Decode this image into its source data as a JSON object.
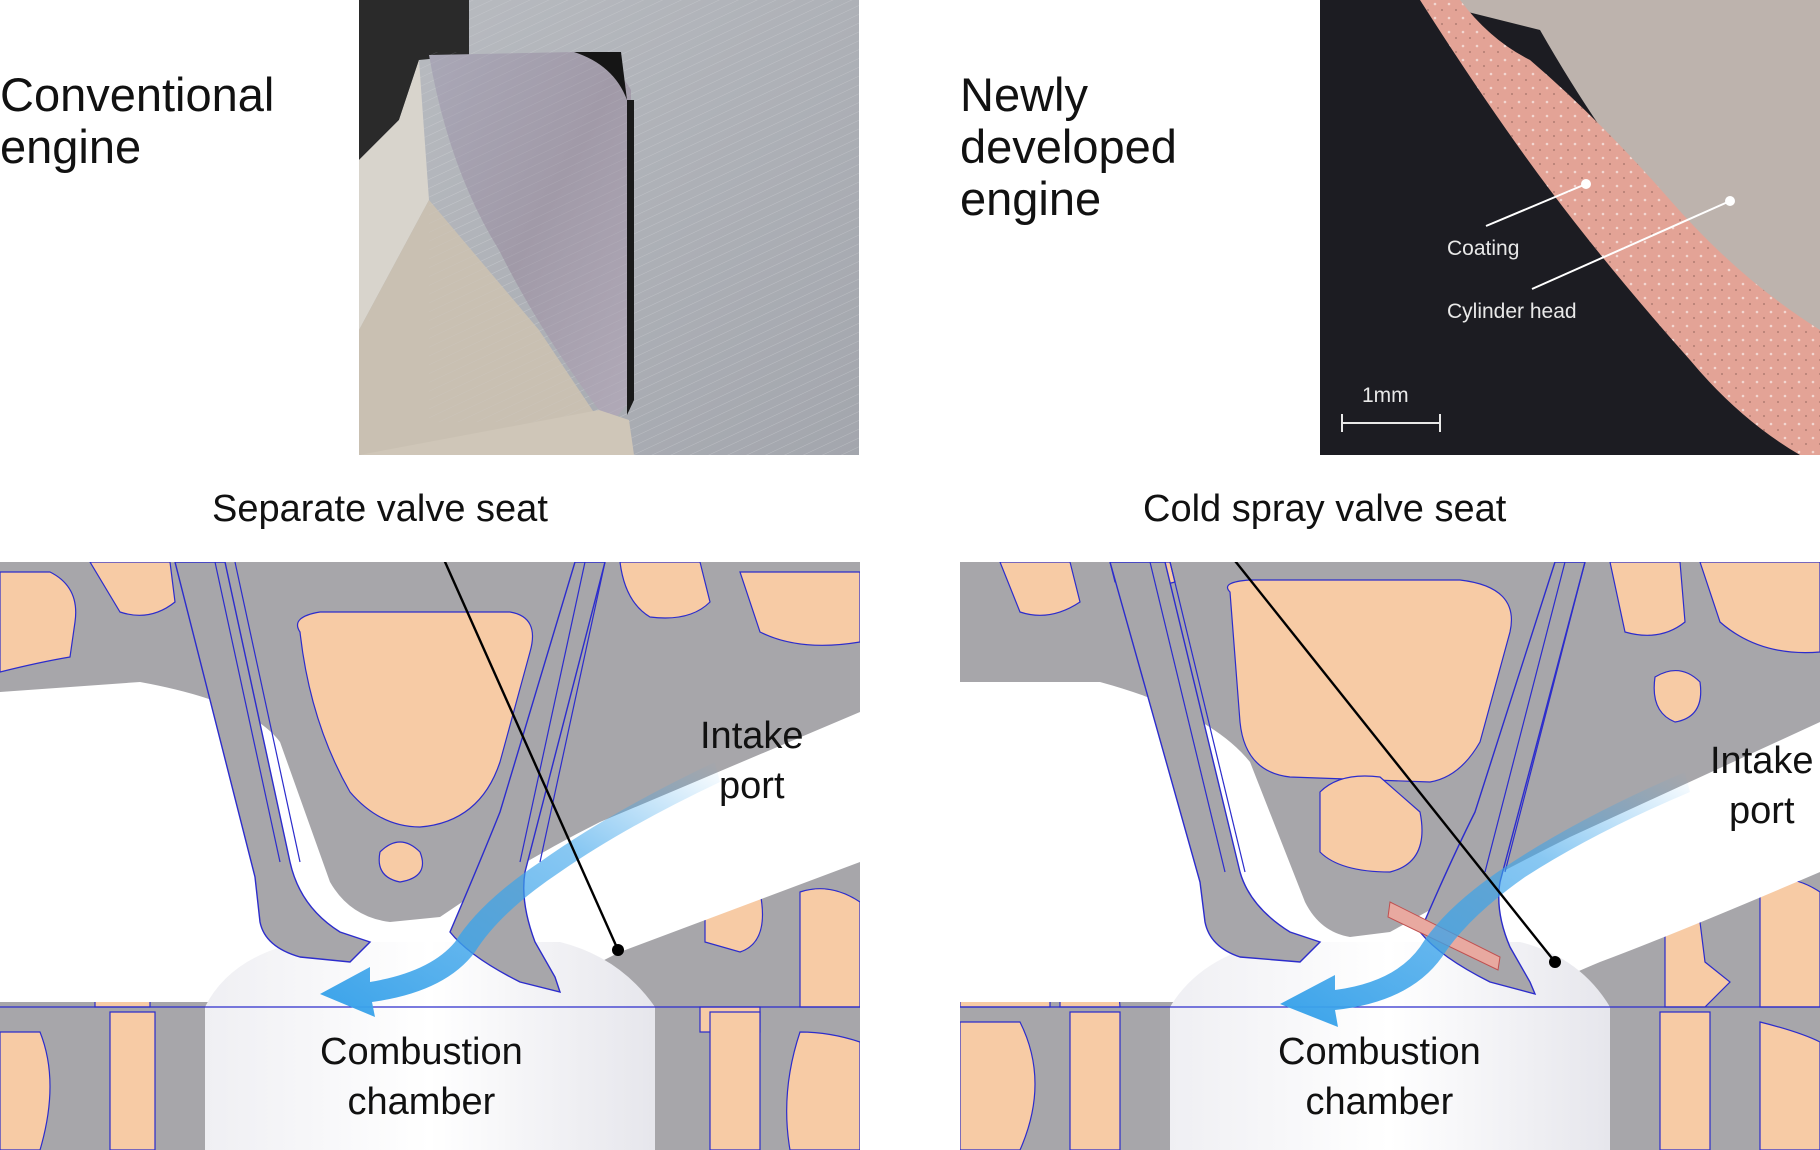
{
  "conventional": {
    "title": "Conventional\nengine",
    "callout": "Separate valve seat",
    "intake_label": "Intake\nport",
    "chamber_label": "Combustion\nchamber"
  },
  "newly": {
    "title": "Newly\ndeveloped\nengine",
    "callout": "Cold spray valve seat",
    "intake_label": "Intake\nport",
    "chamber_label": "Combustion\nchamber",
    "micro": {
      "coating_label": "Coating",
      "cylinder_head_label": "Cylinder head",
      "scale_label": "1mm"
    }
  },
  "colors": {
    "metal_gray": "#a7a6aa",
    "cavity_tan": "#f7cba5",
    "outline_blue": "#2c2ccc",
    "flow_blue": "#3aa3ea",
    "coating_pink": "#e8a9a0",
    "micro_dark": "#1c1c22"
  },
  "icons": {
    "flow_arrow": "flow-arrow-icon",
    "pointer_dot": "pointer-dot-icon"
  }
}
